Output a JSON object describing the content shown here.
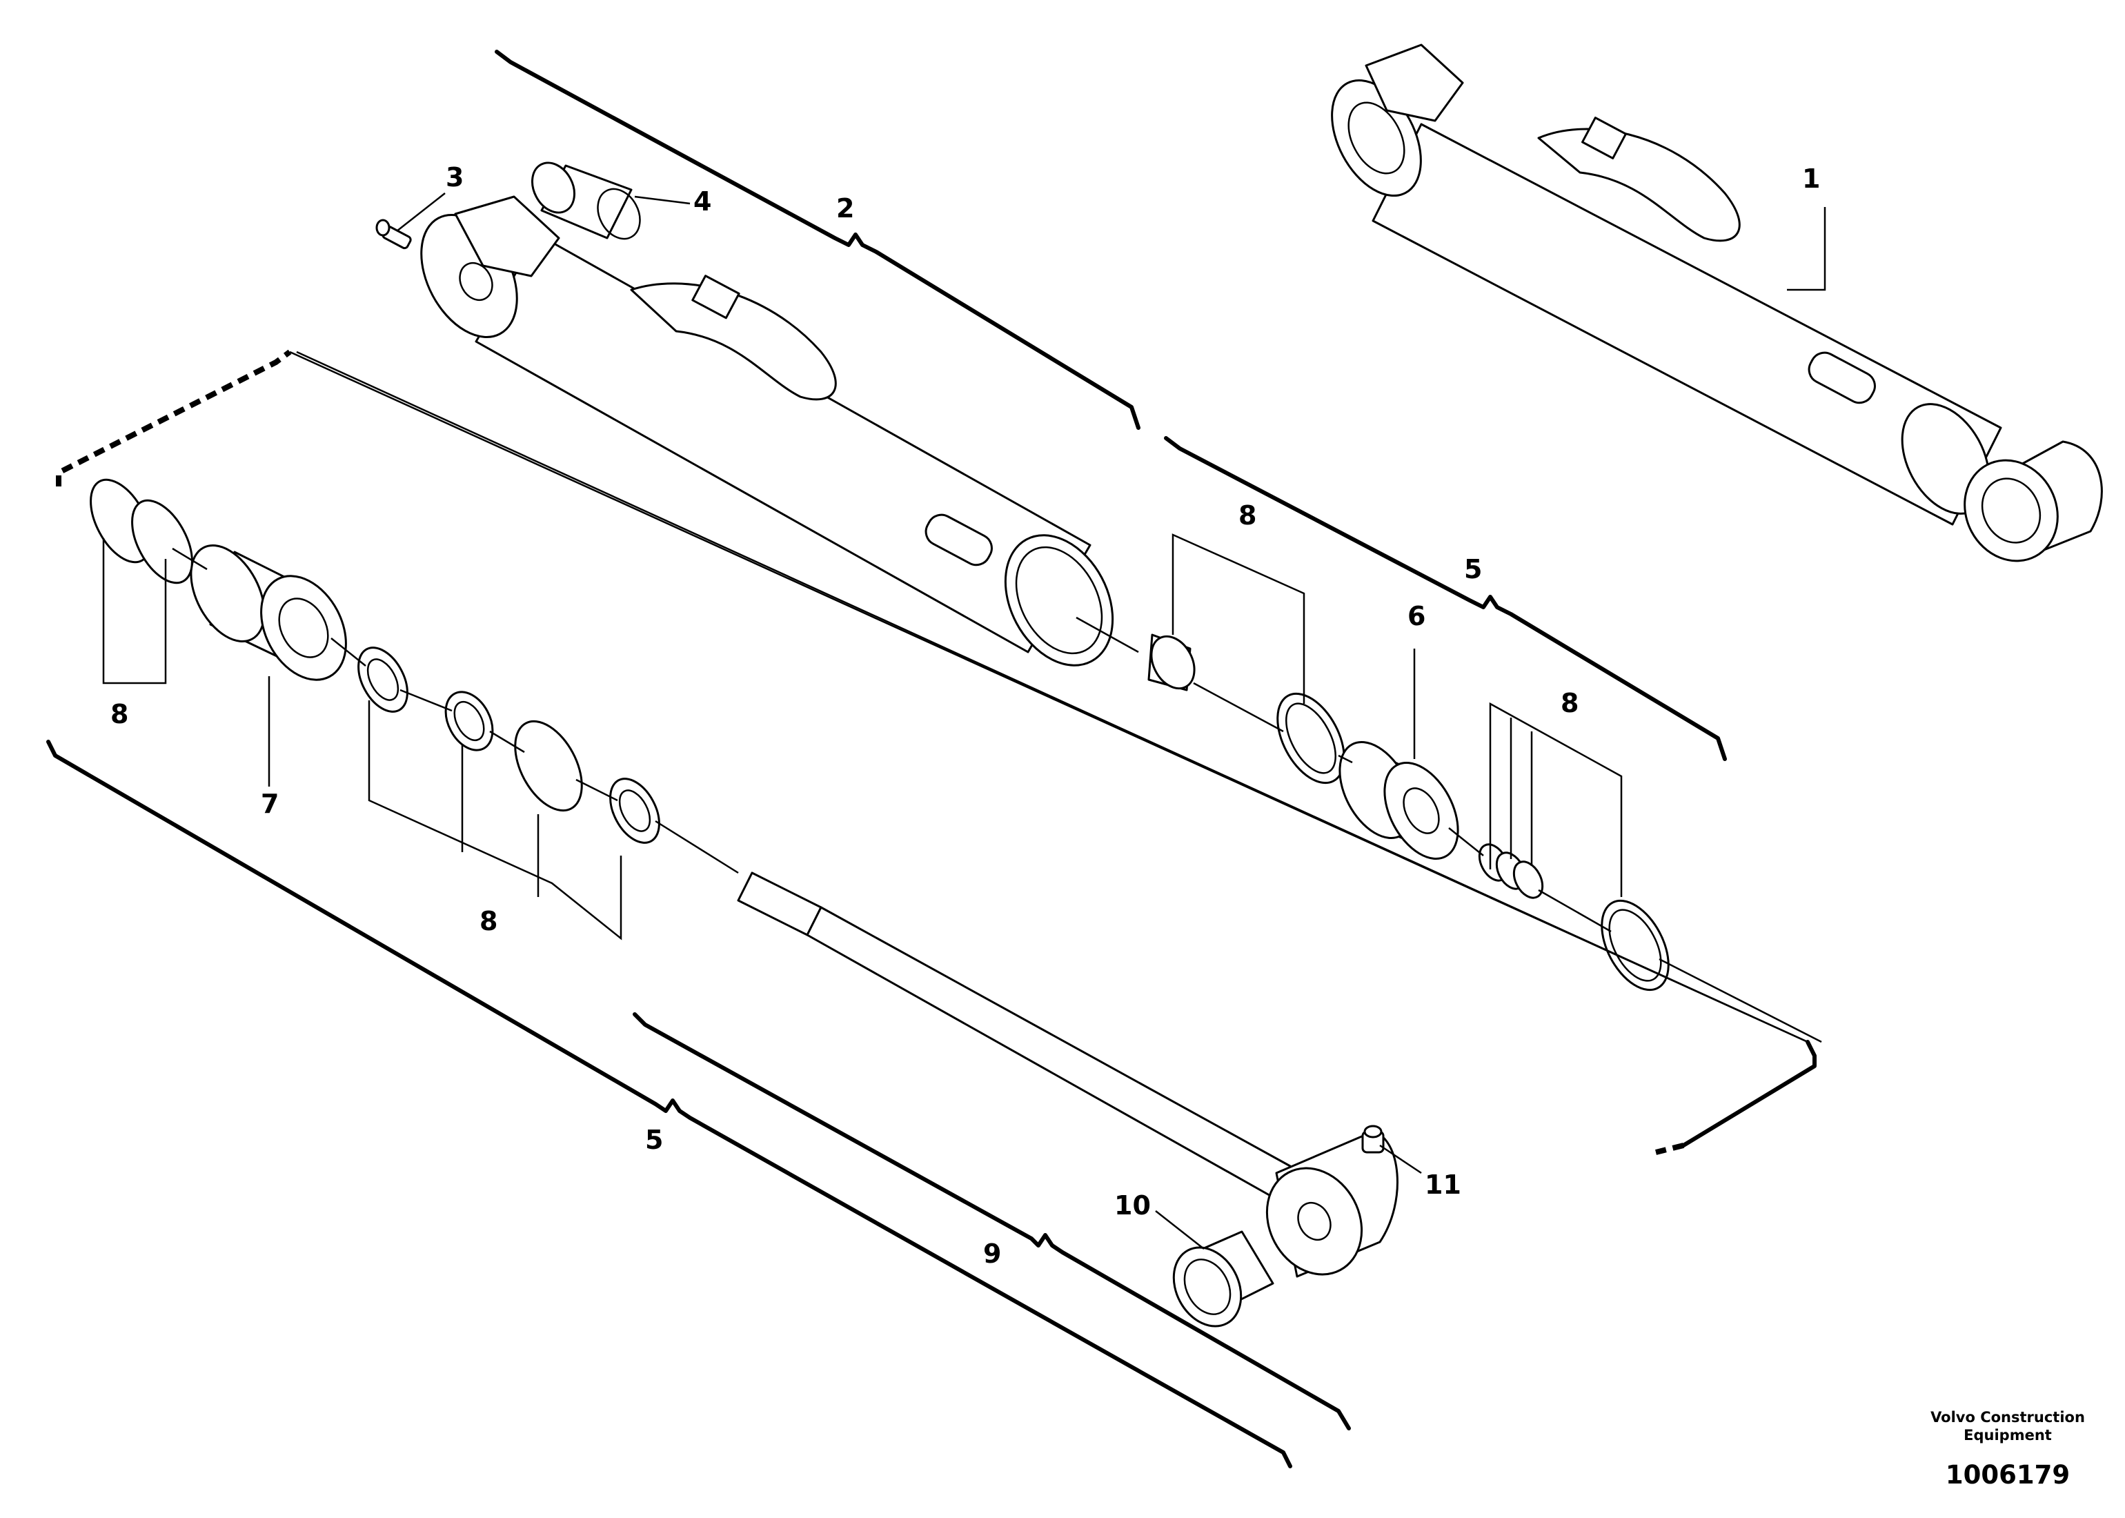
{
  "callouts": {
    "c1": "1",
    "c2": "2",
    "c3": "3",
    "c4": "4",
    "c5a": "5",
    "c5b": "5",
    "c6": "6",
    "c7": "7",
    "c8a": "8",
    "c8b": "8",
    "c8c": "8",
    "c8d": "8",
    "c9": "9",
    "c10": "10",
    "c11": "11"
  },
  "footer": {
    "brand_line1": "Volvo Construction",
    "brand_line2": "Equipment",
    "figure_number": "1006179"
  }
}
